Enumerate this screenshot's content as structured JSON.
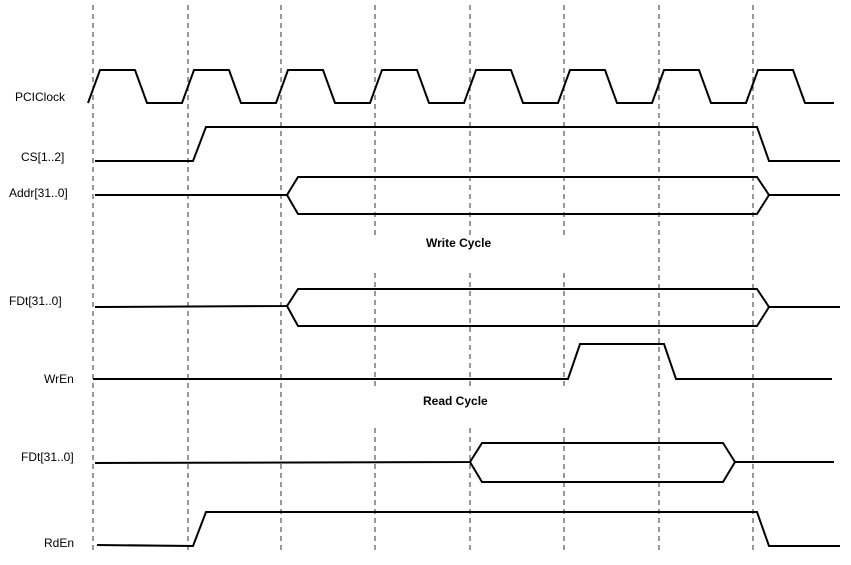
{
  "signals": [
    {
      "id": "pciclock",
      "label": "PCIClock"
    },
    {
      "id": "cs",
      "label": "CS[1..2]"
    },
    {
      "id": "addr",
      "label": "Addr[31..0]"
    },
    {
      "id": "fdt_write",
      "label": "FDt[31..0]"
    },
    {
      "id": "wren",
      "label": "WrEn"
    },
    {
      "id": "fdt_read",
      "label": "FDt[31..0]"
    },
    {
      "id": "rden",
      "label": "RdEn"
    }
  ],
  "sections": {
    "write": "Write Cycle",
    "read": "Read Cycle"
  }
}
